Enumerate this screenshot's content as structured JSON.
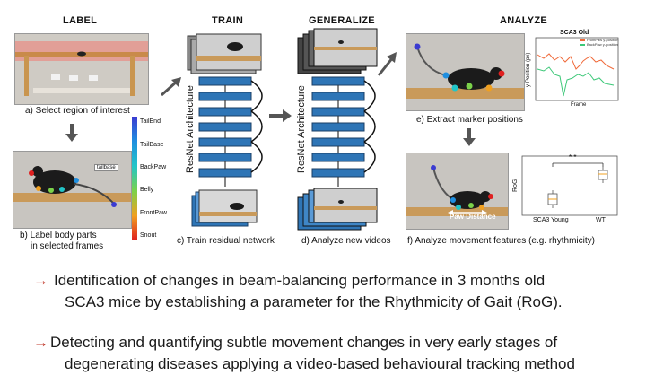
{
  "headers": {
    "label": "LABEL",
    "train": "TRAIN",
    "generalize": "GENERALIZE",
    "analyze": "ANALYZE"
  },
  "captions": {
    "a": "a) Select region of interest",
    "b1": "b) Label body parts",
    "b2": "in selected frames",
    "c": "c) Train residual network",
    "d": "d) Analyze new videos",
    "e": "e) Extract marker positions",
    "f": "f) Analyze movement features (e.g. rhythmicity)"
  },
  "legend": [
    "TailEnd",
    "TailBase",
    "BackPaw",
    "Belly",
    "FrontPaw",
    "Snout"
  ],
  "legend_colors": [
    "#3b3bd1",
    "#1f8fe0",
    "#22c5c8",
    "#7bd24a",
    "#f0a020",
    "#e02020"
  ],
  "network_label": "ResNet Architecture",
  "tailbase_tag": "tailbase",
  "paw_distance": "Paw Distance",
  "chart1": {
    "title": "SCA3 Old",
    "ylabel": "y-Position (px)",
    "xlabel": "Frame",
    "legend": [
      "FrontPaw y-position",
      "BackPaw y-position"
    ],
    "colors": [
      "#f06a3a",
      "#3cc878"
    ]
  },
  "chart2": {
    "ylabel": "RoG",
    "categories": [
      "SCA3 Young",
      "WT"
    ],
    "significance": "* *"
  },
  "bullets": [
    "Identification of changes in beam-balancing performance in 3 months old",
    "SCA3 mice by establishing a parameter for the Rhythmicity of Gait (RoG).",
    "Detecting and quantifying subtle movement changes in very early stages of",
    "degenerating diseases applying a video-based behavioural tracking method"
  ],
  "bullet_arrow": "→"
}
